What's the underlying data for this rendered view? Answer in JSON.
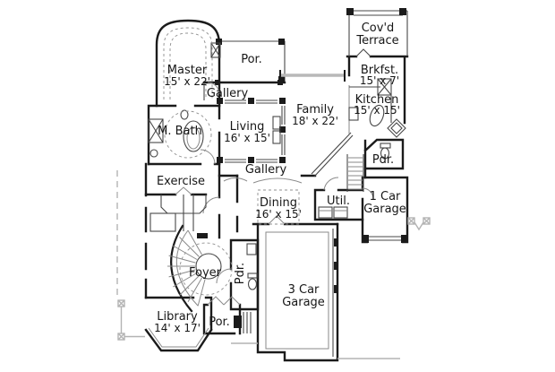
{
  "document": {
    "kind": "architectural-floor-plan"
  },
  "colors": {
    "wall": "#1b1b1b",
    "thin_line": "#474747",
    "light_gray": "#b3b3b3",
    "text": "#161616",
    "background": "#ffffff"
  },
  "rooms": [
    {
      "id": "master",
      "name": "Master",
      "dims": "15' x 22'"
    },
    {
      "id": "porch-top",
      "name": "Por."
    },
    {
      "id": "gallery-upper",
      "name": "Gallery"
    },
    {
      "id": "covd-terrace",
      "line1": "Cov'd",
      "line2": "Terrace"
    },
    {
      "id": "breakfast",
      "name": "Brkfst.",
      "dims": "15' x 7'"
    },
    {
      "id": "kitchen",
      "name": "Kitchen",
      "dims": "15' x 15'"
    },
    {
      "id": "family",
      "name": "Family",
      "dims": "18' x 22'"
    },
    {
      "id": "living",
      "name": "Living",
      "dims": "16' x 15'"
    },
    {
      "id": "master-bath",
      "name": "M. Bath"
    },
    {
      "id": "gallery-lower",
      "name": "Gallery"
    },
    {
      "id": "exercise",
      "name": "Exercise"
    },
    {
      "id": "powder-upper",
      "name": "Pdr."
    },
    {
      "id": "utility",
      "name": "Util."
    },
    {
      "id": "one-car-garage",
      "line1": "1 Car",
      "line2": "Garage"
    },
    {
      "id": "dining",
      "name": "Dining",
      "dims": "16' x 15'"
    },
    {
      "id": "foyer",
      "name": "Foyer"
    },
    {
      "id": "powder-lower",
      "name": "Pdr."
    },
    {
      "id": "three-car-garage",
      "line1": "3 Car",
      "line2": "Garage"
    },
    {
      "id": "library",
      "name": "Library",
      "dims": "14' x 17'"
    },
    {
      "id": "porch-bottom",
      "name": "Por."
    }
  ]
}
